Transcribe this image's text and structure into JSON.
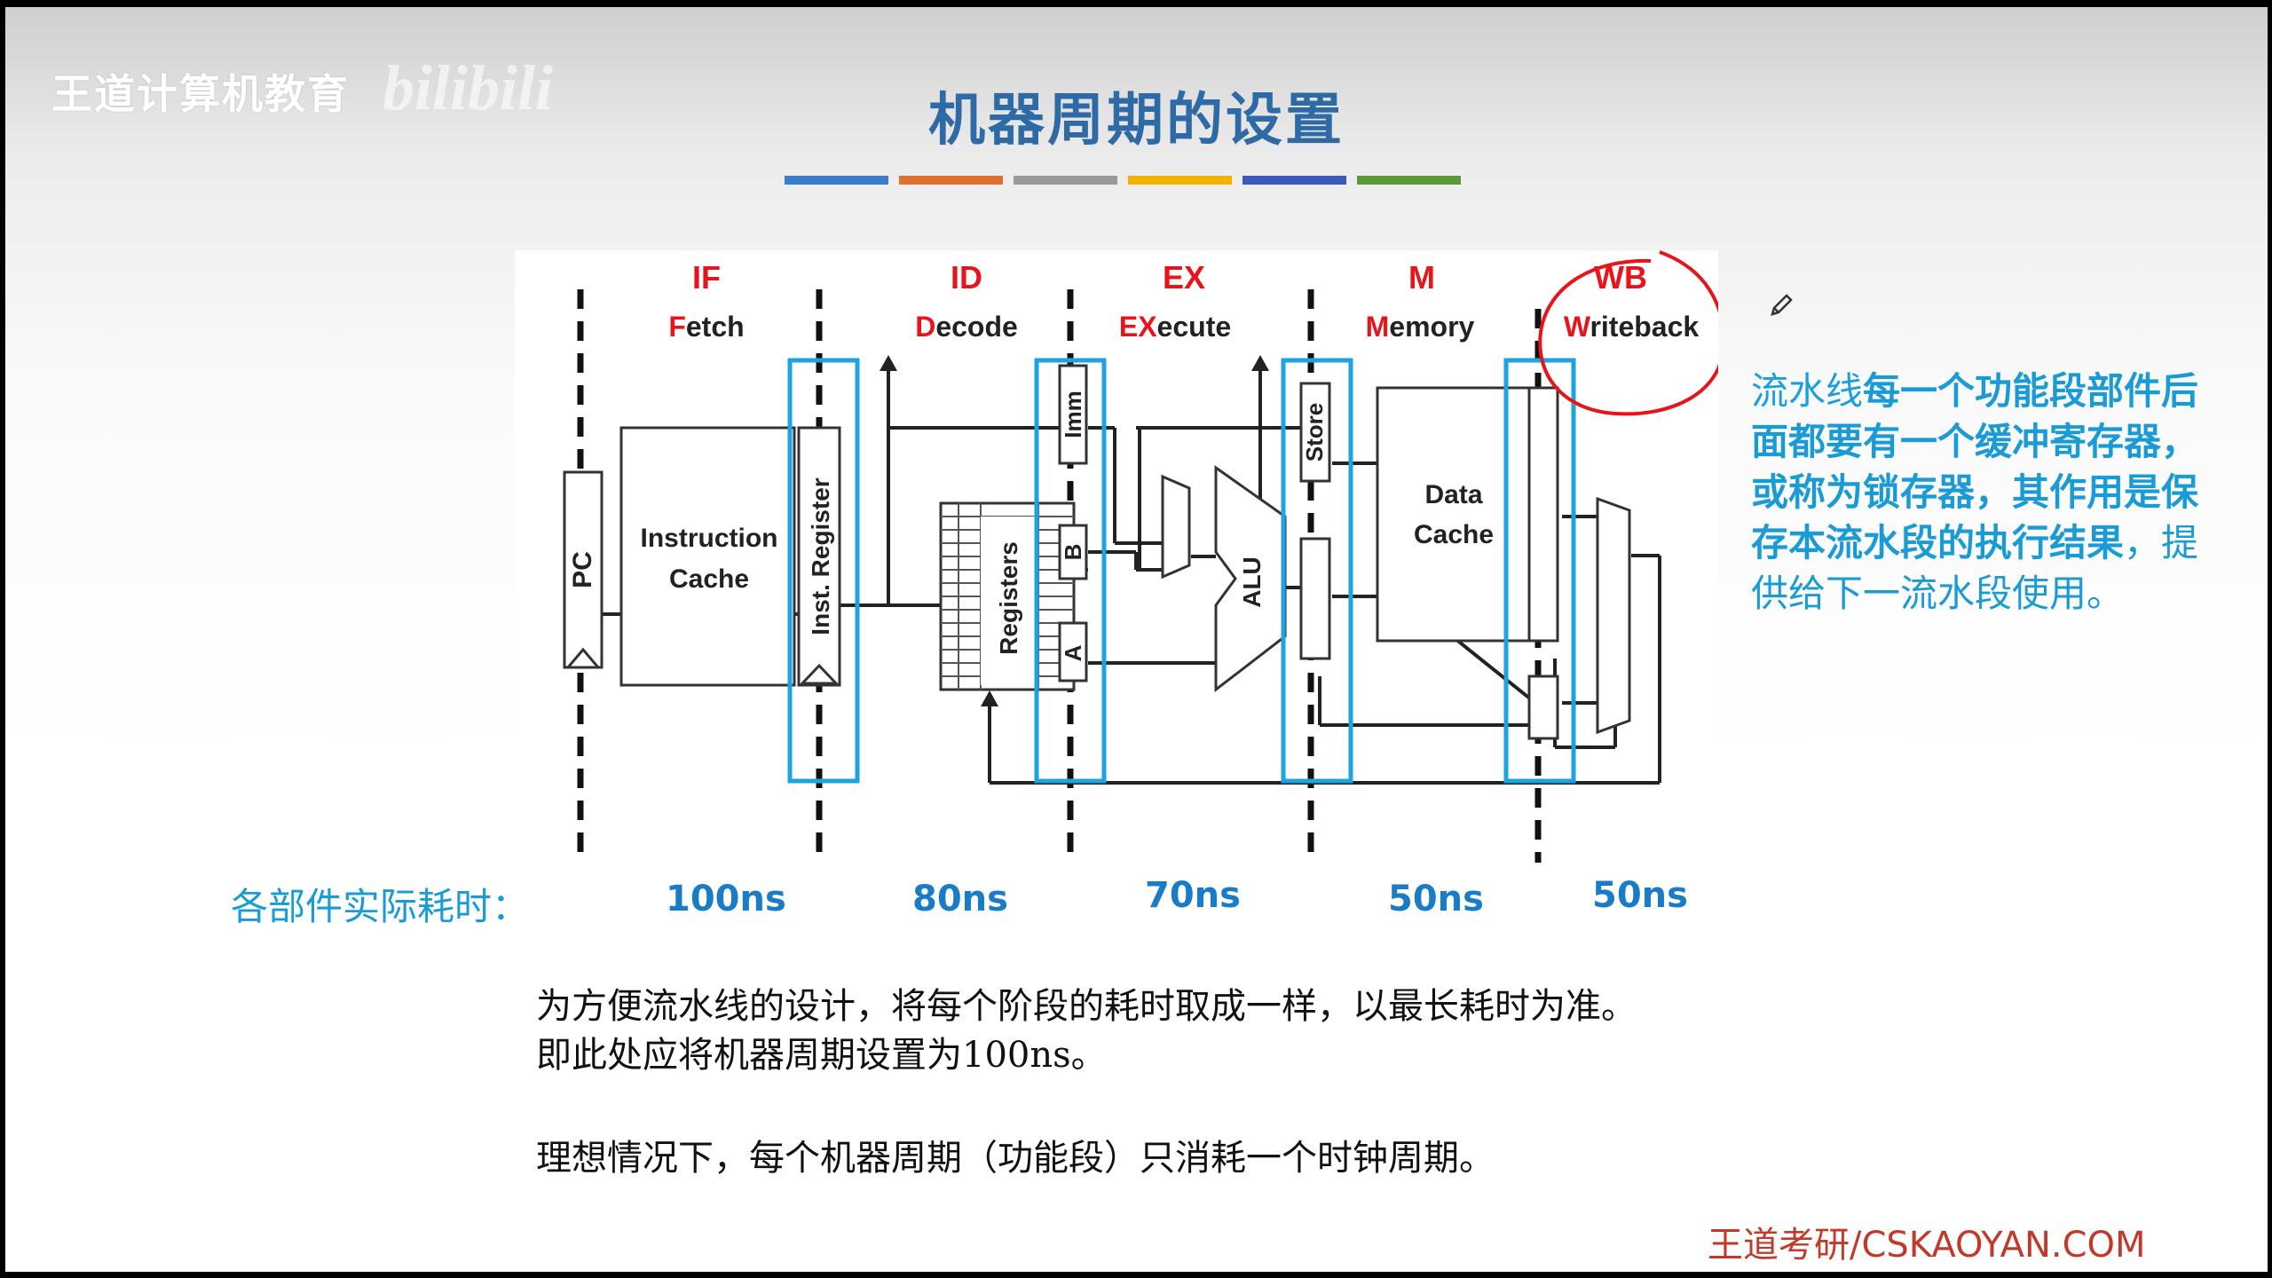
{
  "watermark": {
    "text": "王道计算机教育",
    "logo": "bilibili"
  },
  "title": "机器周期的设置",
  "title_bar_colors": [
    "#3a7dc8",
    "#e07030",
    "#9a9a9a",
    "#f0b400",
    "#3a5cb8",
    "#5a9a3a"
  ],
  "stages": [
    {
      "abbr": "IF",
      "first": "F",
      "rest": "etch"
    },
    {
      "abbr": "ID",
      "first": "D",
      "rest": "ecode"
    },
    {
      "abbr": "EX",
      "first": "EX",
      "rest": "ecute"
    },
    {
      "abbr": "M",
      "first": "M",
      "rest": "emory"
    },
    {
      "abbr": "WB",
      "first": "W",
      "rest": "riteback"
    }
  ],
  "components": {
    "pc": "PC",
    "icache_line1": "Instruction",
    "icache_line2": "Cache",
    "inst_reg": "Inst. Register",
    "registers": "Registers",
    "imm": "Imm",
    "b": "B",
    "a": "A",
    "alu": "ALU",
    "store": "Store",
    "dcache_line1": "Data",
    "dcache_line2": "Cache"
  },
  "side_note": {
    "p1": "流水线",
    "p2": "每一个功能段部件后面都要有一个缓冲寄存器，或称为锁存器，其作用是",
    "p3": "保存本流水段的执行结果",
    "p4": "，提供给下一流水段使用。"
  },
  "times_label": "各部件实际耗时：",
  "times": [
    "100ns",
    "80ns",
    "70ns",
    "50ns",
    "50ns"
  ],
  "body": {
    "line1": "为方便流水线的设计，将每个阶段的耗时取成一样，以最长耗时为准。",
    "line2": "即此处应将机器周期设置为100ns。",
    "line3": "理想情况下，每个机器周期（功能段）只消耗一个时钟周期。"
  },
  "footer": "王道考研/CSKAOYAN.COM",
  "colors": {
    "title": "#2e6aa6",
    "stage_red": "#e8141b",
    "latch_blue": "#1ba4e0",
    "note_blue": "#1a9bd6",
    "footer": "#c0392b"
  }
}
